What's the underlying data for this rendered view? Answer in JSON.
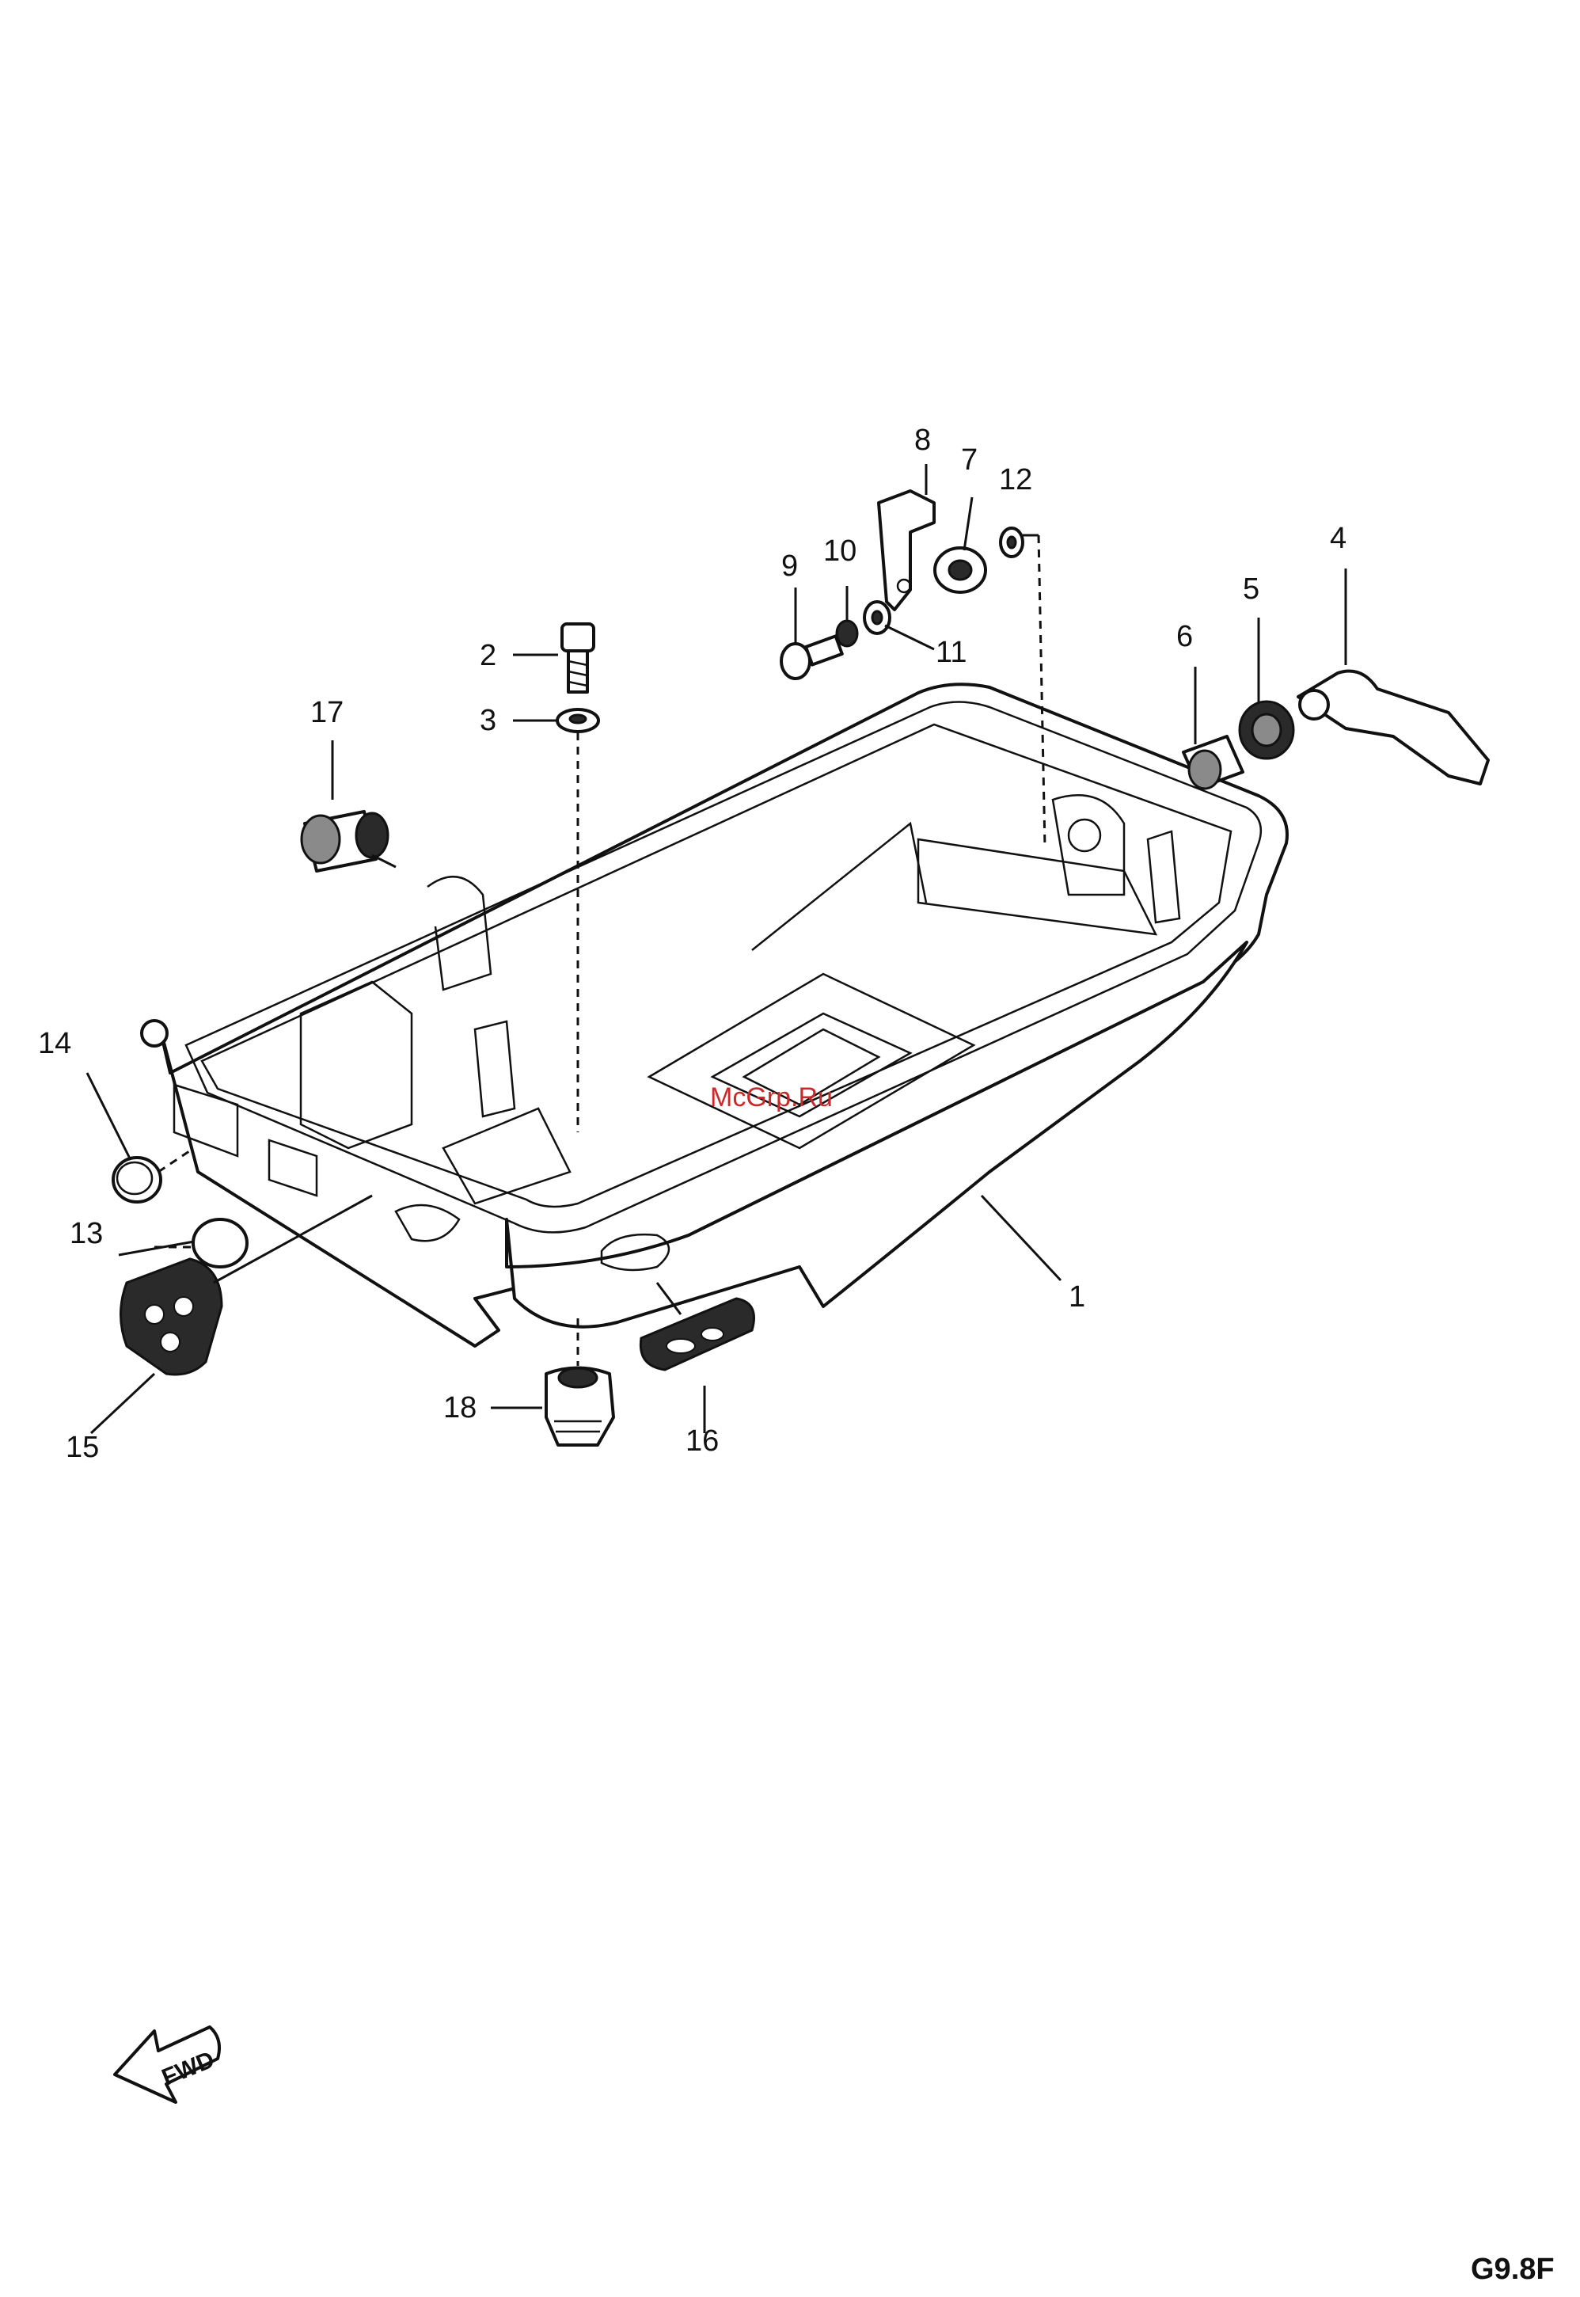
{
  "labels": [
    {
      "id": "1",
      "text": "1"
    },
    {
      "id": "2",
      "text": "2"
    },
    {
      "id": "3",
      "text": "3"
    },
    {
      "id": "4",
      "text": "4"
    },
    {
      "id": "5",
      "text": "5"
    },
    {
      "id": "6",
      "text": "6"
    },
    {
      "id": "7",
      "text": "7"
    },
    {
      "id": "8",
      "text": "8"
    },
    {
      "id": "9",
      "text": "9"
    },
    {
      "id": "10",
      "text": "10"
    },
    {
      "id": "11",
      "text": "11"
    },
    {
      "id": "12",
      "text": "12"
    },
    {
      "id": "13",
      "text": "13"
    },
    {
      "id": "14",
      "text": "14"
    },
    {
      "id": "15",
      "text": "15"
    },
    {
      "id": "16",
      "text": "16"
    },
    {
      "id": "17",
      "text": "17"
    },
    {
      "id": "18",
      "text": "18"
    }
  ],
  "watermark": "McGrp.Ru",
  "direction_arrow": "FWD",
  "diagram_code": "G9.8F"
}
